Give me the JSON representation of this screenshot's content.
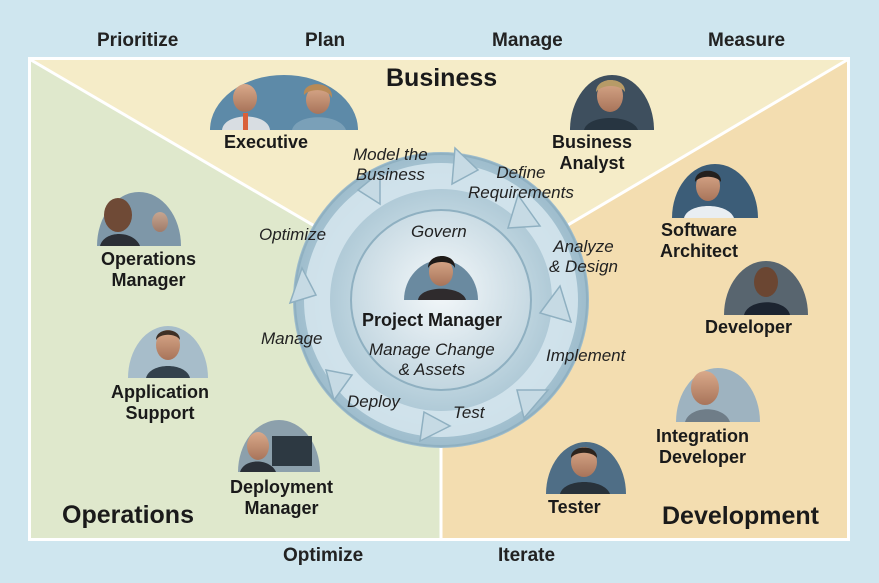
{
  "top_labels": [
    "Prioritize",
    "Plan",
    "Manage",
    "Measure"
  ],
  "bottom_labels": [
    "Optimize",
    "Iterate"
  ],
  "zones": {
    "business": "Business",
    "operations": "Operations",
    "development": "Development"
  },
  "roles": {
    "executive": "Executive",
    "business_analyst": [
      "Business",
      "Analyst"
    ],
    "software_architect": [
      "Software",
      "Architect"
    ],
    "developer": "Developer",
    "integration_developer": [
      "Integration",
      "Developer"
    ],
    "tester": "Tester",
    "operations_manager": [
      "Operations",
      "Manager"
    ],
    "application_support": [
      "Application",
      "Support"
    ],
    "deployment_manager": [
      "Deployment",
      "Manager"
    ],
    "project_manager": "Project Manager"
  },
  "cycle": {
    "model_business": [
      "Model the",
      "Business"
    ],
    "define_requirements": [
      "Define",
      "Requirements"
    ],
    "analyze_design": [
      "Analyze",
      "& Design"
    ],
    "implement": "Implement",
    "test": "Test",
    "deploy": "Deploy",
    "manage": "Manage",
    "optimize": "Optimize",
    "govern": "Govern",
    "manage_change": [
      "Manage Change",
      "& Assets"
    ]
  },
  "colors": {
    "frame": "#cfe6ef",
    "business": "#f5ecc8",
    "operations": "#dfe8cc",
    "development": "#f3ddb0",
    "ring": "#a9c4d2",
    "arrow": "#c9dde7"
  }
}
